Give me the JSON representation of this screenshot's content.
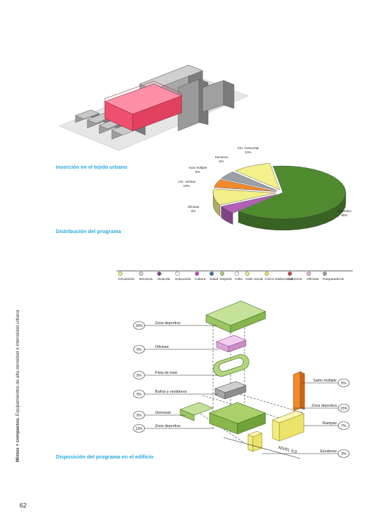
{
  "captions": {
    "urban": "Inserción en el tejido urbano",
    "program": "Distribución del programa",
    "building": "Disposición del programa en el edificio"
  },
  "sidebar": {
    "bold": "Mixtos + compactos.",
    "rest": " Equipamientos de alta densidad e intensidad urbana"
  },
  "page_number": "62",
  "chart_data": {
    "type": "pie",
    "title": "",
    "slices": [
      {
        "label_line1": "Deportivo",
        "label_line2": "65%",
        "value": 65,
        "color": "#4f8a2f"
      },
      {
        "label_line1": "Oficinas",
        "label_line2": "5%",
        "value": 5,
        "color": "#b25fb6"
      },
      {
        "label_line1": "Circ. vertical",
        "label_line2": "10%",
        "value": 10,
        "color": "#f2ee88"
      },
      {
        "label_line1": "Aula múltiple",
        "label_line2": "5%",
        "value": 5,
        "color": "#f28a2b"
      },
      {
        "label_line1": "Servicios",
        "label_line2": "5%",
        "value": 5,
        "color": "#9aa0a6"
      },
      {
        "label_line1": "Circ. horizontal",
        "label_line2": "10%",
        "value": 10,
        "color": "#f4f08a"
      }
    ]
  },
  "legend": [
    {
      "label": "Circulación",
      "color": "#f4f08a"
    },
    {
      "label": "Servicios",
      "color": "#d9d9d9"
    },
    {
      "label": "Vivienda",
      "color": "#8b3a8f"
    },
    {
      "label": "Educación",
      "color": "#ffffff"
    },
    {
      "label": "Cultura",
      "color": "#c24fc8"
    },
    {
      "label": "Salud",
      "color": "#3a6fb7"
    },
    {
      "label": "Deporte",
      "color": "#a8d46f"
    },
    {
      "label": "Culto",
      "color": "#ffffff"
    },
    {
      "label": "Asist. social",
      "color": "#f4f08a"
    },
    {
      "label": "Cívico institucional",
      "color": "#f4e94a"
    },
    {
      "label": "Comercio",
      "color": "#e03a3a"
    },
    {
      "label": "Oficinas",
      "color": "#e7b6e0"
    },
    {
      "label": "Parqueaderos",
      "color": "#9aa0a6"
    }
  ],
  "program_left": [
    {
      "pct": "30%",
      "label": "Zona deportiva"
    },
    {
      "pct": "5%",
      "label": "Oficinas"
    },
    {
      "pct": "5%",
      "label": "Pista de trote"
    },
    {
      "pct": "5%",
      "label": "Baños y vestidores"
    },
    {
      "pct": "5%",
      "label": "Gimnasio"
    },
    {
      "pct": "10%",
      "label": "Zona deportiva"
    }
  ],
  "program_right": [
    {
      "pct": "5%",
      "label": "Salón múltiple"
    },
    {
      "pct": "15%",
      "label": "Zona deportiva"
    },
    {
      "pct": "7%",
      "label": "Rampas"
    },
    {
      "pct": "3%",
      "label": "Escaleras"
    }
  ],
  "level_label": "NIVEL 0,0"
}
